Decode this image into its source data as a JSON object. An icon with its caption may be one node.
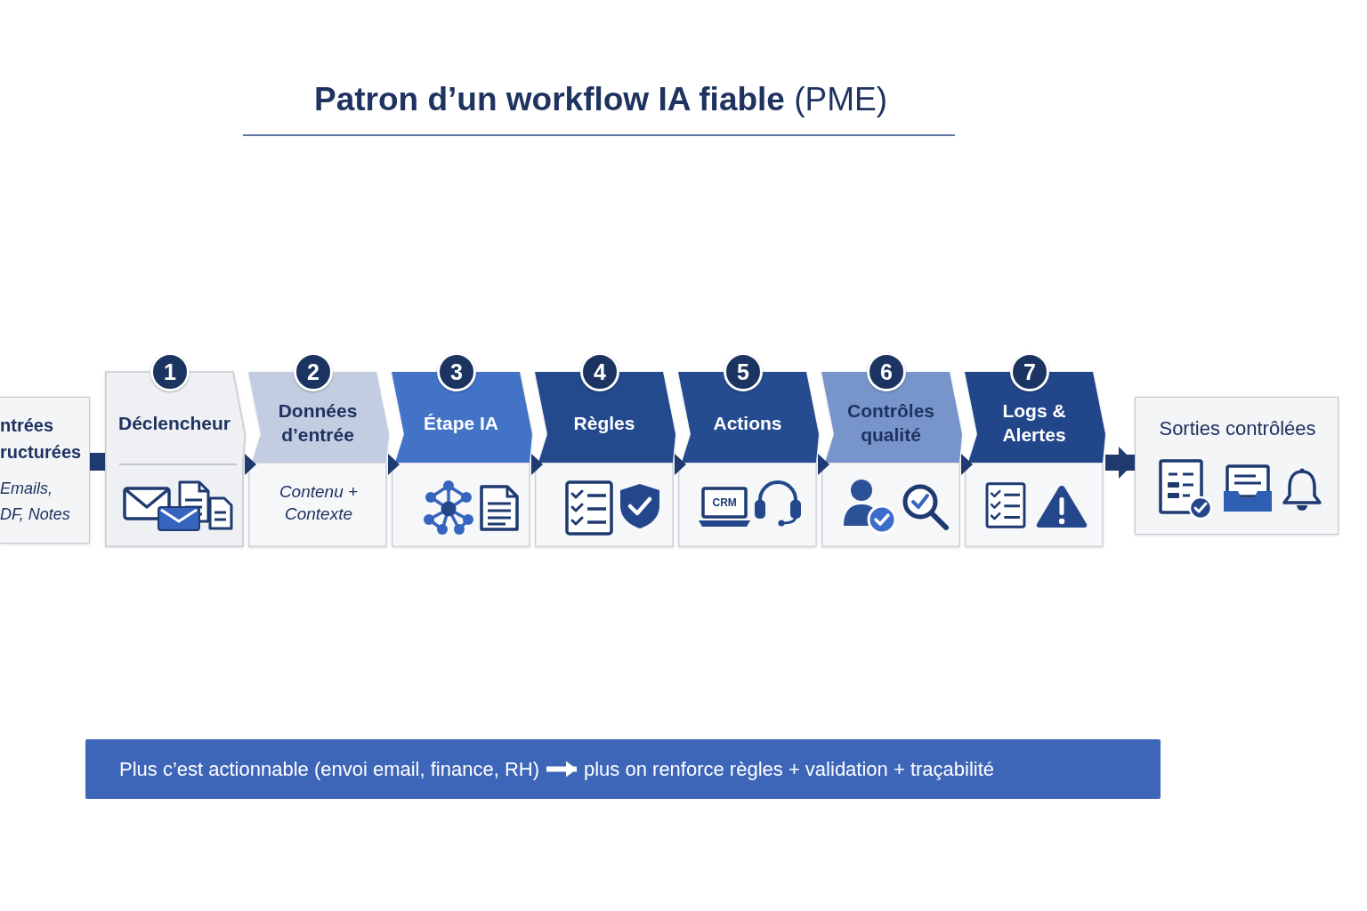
{
  "diagram": {
    "title": "**Patron d’un workflow IA fiable** (PME)",
    "nodes": [
      {
        "text": [
          "ntrées ructurées",
          "Emails, DF, Notes"
        ]
      },
      {
        "text": [
          "1",
          "Déclencheur"
        ]
      },
      {
        "text": [
          "2",
          "Données d’entrée",
          "Contenu + Contexte"
        ]
      },
      {
        "text": [
          "3",
          "Étape IA"
        ]
      },
      {
        "text": [
          "4",
          "Règles"
        ]
      },
      {
        "text": [
          "5",
          "Actions",
          "CRM"
        ]
      },
      {
        "text": [
          "6",
          "Contrôles qualité"
        ]
      },
      {
        "text": [
          "7",
          "Logs & Alertes"
        ]
      },
      {
        "text": [
          "Sorties contrôlées"
        ]
      },
      {
        "text": [],
        "shape": "bar"
      },
      {
        "text": [
          "Plus c’est actionnable (envoi email, finance, RH)"
        ],
        "in": 9
      },
      {
        "text": [
          "plus on renforce règles + validation + traçabilité"
        ],
        "in": 9
      }
    ],
    "edges": [
      {
        "from": 0,
        "to": 1,
        "arrow": "none",
        "style": "thick"
      },
      {
        "from": 1,
        "to": 2,
        "arrow": "to"
      },
      {
        "from": 2,
        "to": 3,
        "arrow": "to"
      },
      {
        "from": 3,
        "to": 4,
        "arrow": "to"
      },
      {
        "from": 4,
        "to": 5,
        "arrow": "to"
      },
      {
        "from": 5,
        "to": 6,
        "arrow": "to"
      },
      {
        "from": 6,
        "to": 7,
        "arrow": "to"
      },
      {
        "from": 7,
        "to": 8,
        "arrow": "to",
        "style": "thick"
      },
      {
        "from": 10,
        "to": 11,
        "arrow": "to",
        "style": "thick",
        "color": "#ffffff"
      }
    ]
  }
}
